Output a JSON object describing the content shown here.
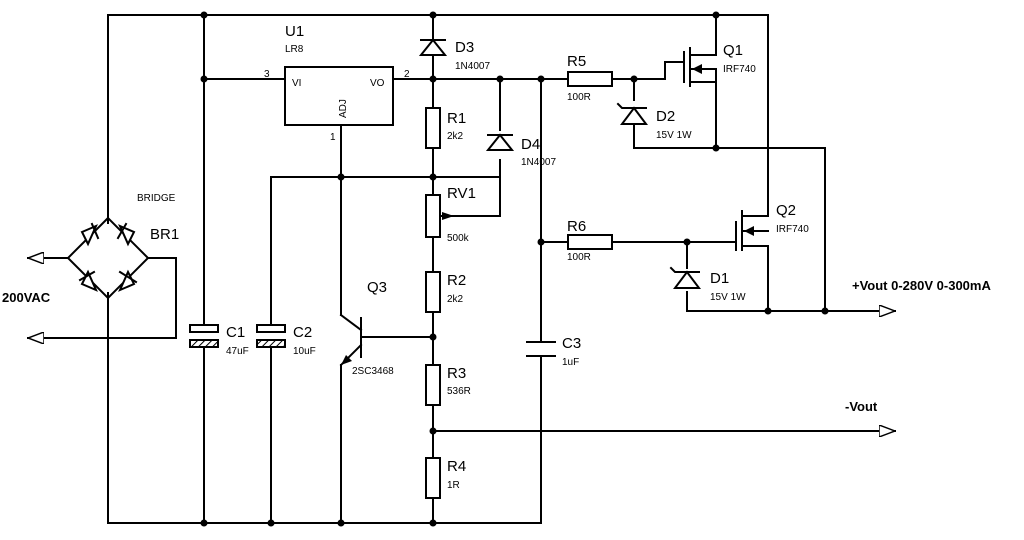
{
  "components": {
    "u1": {
      "ref": "U1",
      "value": "LR8",
      "pin_vi": "VI",
      "pin_vo": "VO",
      "pin_adj": "ADJ",
      "pin3": "3",
      "pin2": "2",
      "pin1": "1"
    },
    "d3": {
      "ref": "D3",
      "value": "1N4007"
    },
    "d4": {
      "ref": "D4",
      "value": "1N4007"
    },
    "r1": {
      "ref": "R1",
      "value": "2k2"
    },
    "rv1": {
      "ref": "RV1",
      "value": "500k"
    },
    "r2": {
      "ref": "R2",
      "value": "2k2"
    },
    "r3": {
      "ref": "R3",
      "value": "536R"
    },
    "r4": {
      "ref": "R4",
      "value": "1R"
    },
    "r5": {
      "ref": "R5",
      "value": "100R"
    },
    "r6": {
      "ref": "R6",
      "value": "100R"
    },
    "q1": {
      "ref": "Q1",
      "value": "IRF740"
    },
    "q2": {
      "ref": "Q2",
      "value": "IRF740"
    },
    "q3": {
      "ref": "Q3",
      "value": "2SC3468"
    },
    "d1": {
      "ref": "D1",
      "value": "15V 1W"
    },
    "d2": {
      "ref": "D2",
      "value": "15V 1W"
    },
    "c1": {
      "ref": "C1",
      "value": "47uF"
    },
    "c2": {
      "ref": "C2",
      "value": "10uF"
    },
    "c3": {
      "ref": "C3",
      "value": "1uF"
    },
    "br1": {
      "ref": "BR1",
      "value": "BRIDGE"
    }
  },
  "io": {
    "input_label": "200VAC",
    "vout_pos_label": "+Vout 0-280V 0-300mA",
    "vout_neg_label": "-Vout"
  }
}
